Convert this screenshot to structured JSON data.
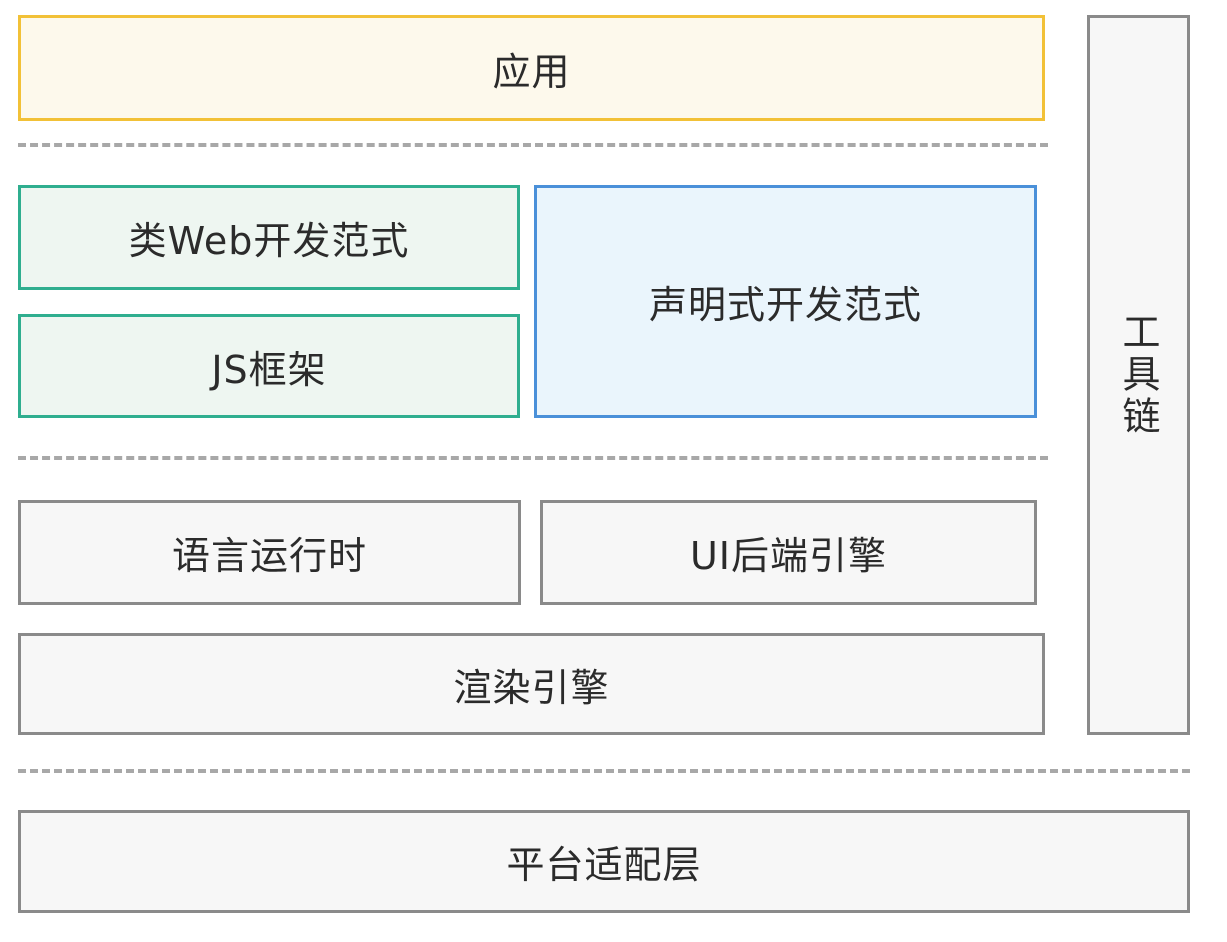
{
  "diagram": {
    "type": "layered-architecture",
    "colors": {
      "yellow_border": "#f2c137",
      "yellow_bg": "#fdf9ec",
      "green_border": "#2fae8f",
      "green_bg": "#eef6f1",
      "blue_border": "#4a90d9",
      "blue_bg": "#eaf5fc",
      "gray_border": "#8a8a8a",
      "gray_bg": "#f7f7f7",
      "text": "#2b2b2b",
      "dash": "#a8a8a8"
    },
    "layers": {
      "app": {
        "label": "应用"
      },
      "web_paradigm": {
        "label": "类Web开发范式"
      },
      "js_framework": {
        "label": "JS框架"
      },
      "declarative_paradigm": {
        "label": "声明式开发范式"
      },
      "language_runtime": {
        "label": "语言运行时"
      },
      "ui_backend_engine": {
        "label": "UI后端引擎"
      },
      "render_engine": {
        "label": "渲染引擎"
      },
      "toolchain": {
        "label": "工具链"
      },
      "platform_adapter": {
        "label": "平台适配层"
      }
    }
  }
}
